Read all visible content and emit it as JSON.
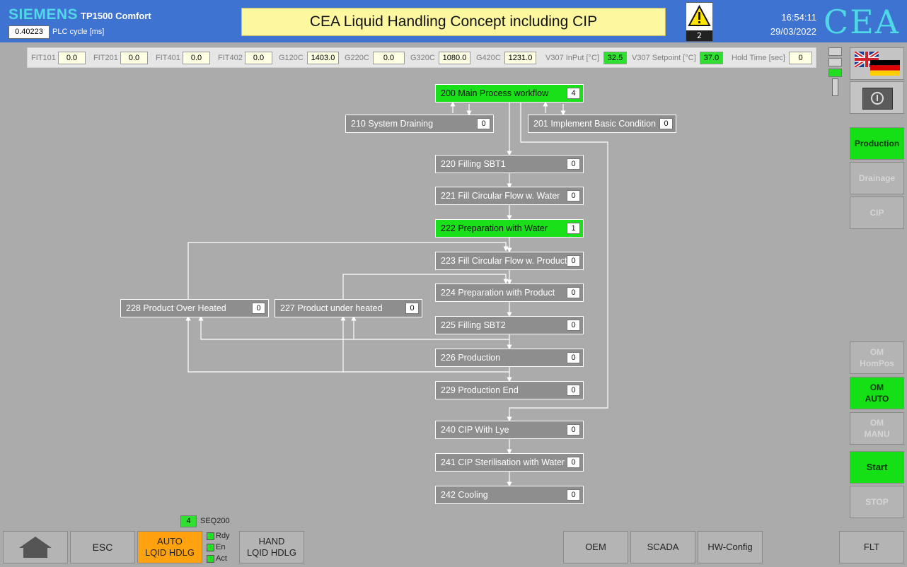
{
  "header": {
    "brand": "SIEMENS",
    "model": "TP1500 Comfort",
    "plc_cycle_value": "0.40223",
    "plc_cycle_label": "PLC cycle [ms]",
    "title": "CEA Liquid Handling Concept including CIP",
    "warning_count": "2",
    "time": "16:54:11",
    "date": "29/03/2022",
    "logo": "CEA"
  },
  "measurements": [
    {
      "label": "FIT101",
      "value": "0.0"
    },
    {
      "label": "FIT201",
      "value": "0.0"
    },
    {
      "label": "FIT401",
      "value": "0.0"
    },
    {
      "label": "FIT402",
      "value": "0.0"
    },
    {
      "label": "G120C",
      "value": "1403.0"
    },
    {
      "label": "G220C",
      "value": "0.0"
    },
    {
      "label": "G320C",
      "value": "1080.0"
    },
    {
      "label": "G420C",
      "value": "1231.0"
    },
    {
      "label": "V307 InPut [°C]",
      "value": "32.5"
    },
    {
      "label": "V307 Setpoint [°C]",
      "value": "37.0"
    },
    {
      "label": "Hold Time [sec]",
      "value": "0"
    }
  ],
  "steps": {
    "s200": {
      "label": "200 Main Process workflow",
      "value": "4"
    },
    "s210": {
      "label": "210 System Draining",
      "value": "0"
    },
    "s201": {
      "label": "201 Implement Basic Condition",
      "value": "0"
    },
    "s220": {
      "label": "220 Filling SBT1",
      "value": "0"
    },
    "s221": {
      "label": "221 Fill Circular Flow w. Water",
      "value": "0"
    },
    "s222": {
      "label": "222 Preparation with Water",
      "value": "1"
    },
    "s223": {
      "label": "223 Fill Circular Flow w. Product",
      "value": "0"
    },
    "s224": {
      "label": "224 Preparation with Product",
      "value": "0"
    },
    "s225": {
      "label": "225 Filling SBT2",
      "value": "0"
    },
    "s226": {
      "label": "226 Production",
      "value": "0"
    },
    "s227": {
      "label": "227 Product under heated",
      "value": "0"
    },
    "s228": {
      "label": "228 Product Over Heated",
      "value": "0"
    },
    "s229": {
      "label": "229 Production End",
      "value": "0"
    },
    "s240": {
      "label": "240 CIP With Lye",
      "value": "0"
    },
    "s241": {
      "label": "241 CIP Sterilisation with Water",
      "value": "0"
    },
    "s242": {
      "label": "242 Cooling",
      "value": "0"
    }
  },
  "right_panel": {
    "production": "Production",
    "drainage": "Drainage",
    "cip": "CIP",
    "om_hompos": "OM\nHomPos",
    "om_auto": "OM\nAUTO",
    "om_manu": "OM\nMANU",
    "start": "Start",
    "stop": "STOP"
  },
  "bottom": {
    "esc": "ESC",
    "auto": "AUTO\nLQID HDLG",
    "hand": "HAND\nLQID HDLG",
    "oem": "OEM",
    "scada": "SCADA",
    "hwconfig": "HW-Config",
    "flt": "FLT",
    "seq_value": "4",
    "seq_label": "SEQ200",
    "led_rdy": "Rdy",
    "led_en": "En",
    "led_act": "Act"
  },
  "colors": {
    "header_blue": "#3f73d1",
    "active_green": "#19e019",
    "step_gray": "#8e8e8e",
    "auto_orange": "#ffa20f",
    "brand_cyan": "#4fd9e6"
  }
}
